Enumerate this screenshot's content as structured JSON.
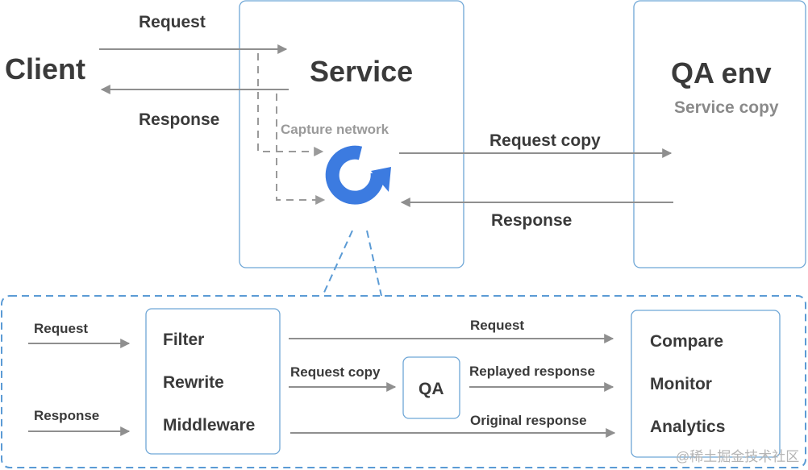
{
  "top": {
    "client": "Client",
    "service": "Service",
    "qa_env": "QA env",
    "qa_env_sub": "Service copy",
    "request": "Request",
    "response": "Response",
    "capture": "Capture network",
    "request_copy": "Request copy",
    "response_back": "Response",
    "capture_icon": "refresh-capture-icon",
    "accent_color": "#3c7be0"
  },
  "bottom": {
    "request_in": "Request",
    "response_in": "Response",
    "filter": "Filter",
    "rewrite": "Rewrite",
    "middleware": "Middleware",
    "request_copy": "Request copy",
    "qa": "QA",
    "request_out": "Request",
    "replayed_response": "Replayed response",
    "original_response": "Original response",
    "compare": "Compare",
    "monitor": "Monitor",
    "analytics": "Analytics"
  },
  "watermark": "@稀土掘金技术社区"
}
